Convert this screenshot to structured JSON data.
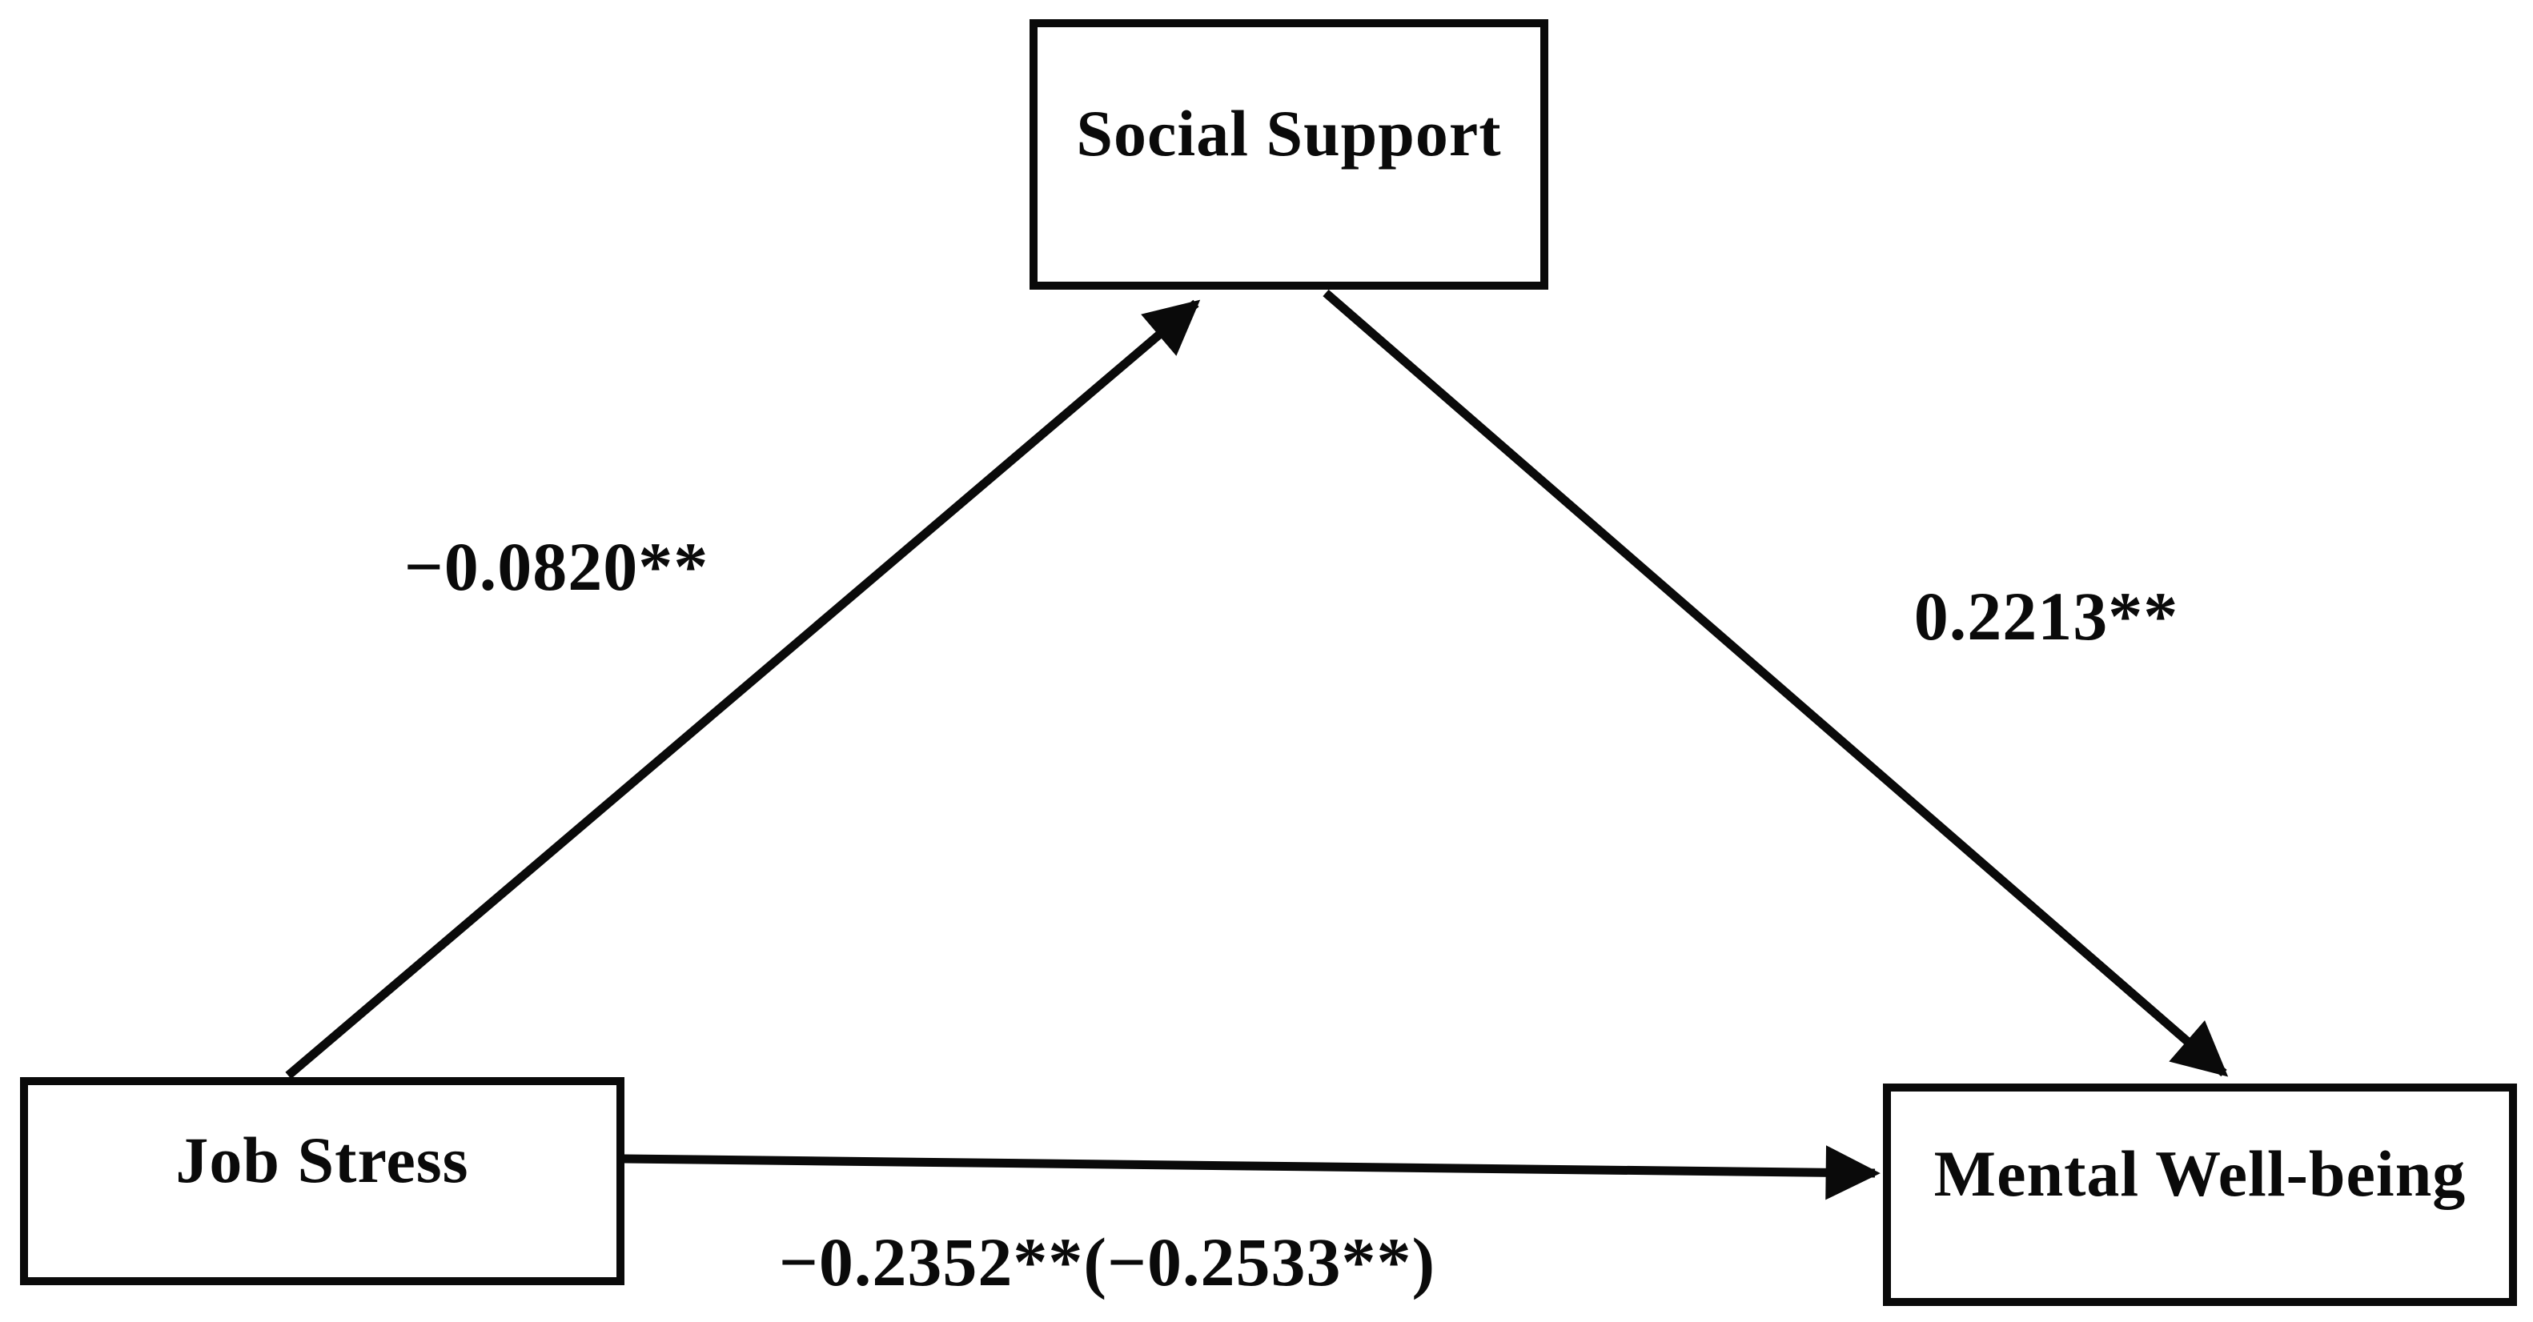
{
  "diagram": {
    "type": "mediation-path-model",
    "nodes": [
      {
        "id": "job-stress",
        "role": "independent-variable",
        "label": "Job Stress"
      },
      {
        "id": "social-support",
        "role": "mediator",
        "label": "Social Support"
      },
      {
        "id": "mental-well-being",
        "role": "dependent-variable",
        "label": "Mental Well-being"
      }
    ],
    "paths": [
      {
        "id": "a",
        "from": "Job Stress",
        "to": "Social Support",
        "coefficient": "−0.0820**"
      },
      {
        "id": "b",
        "from": "Social Support",
        "to": "Mental Well-being",
        "coefficient": "0.2213**"
      },
      {
        "id": "c",
        "from": "Job Stress",
        "to": "Mental Well-being",
        "coefficient": "−0.2352**(−0.2533**)"
      }
    ],
    "colors": {
      "ink": "#0a0a0a",
      "background": "#ffffff"
    }
  }
}
